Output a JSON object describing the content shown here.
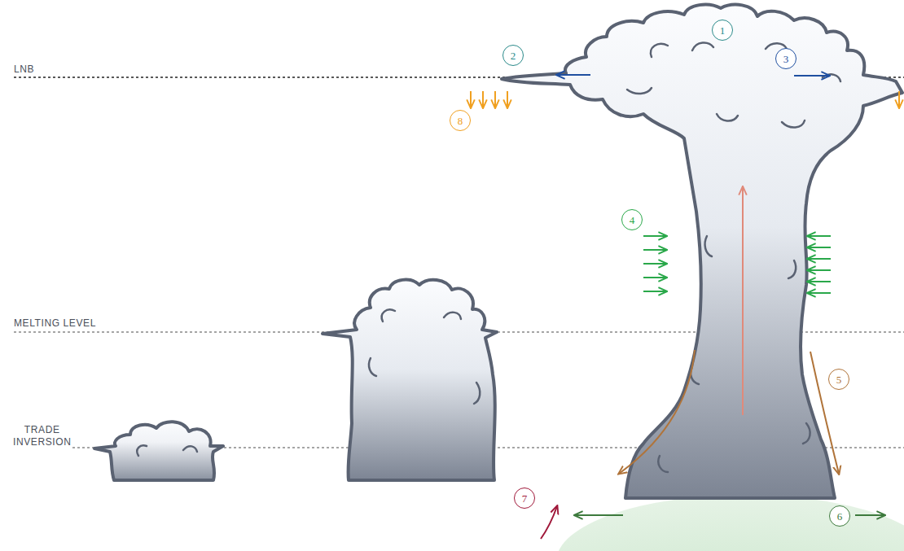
{
  "diagram": {
    "nodes": [
      {
        "text": [
          "1"
        ]
      },
      {
        "text": [
          "2"
        ]
      },
      {
        "text": [
          "3"
        ]
      },
      {
        "text": [
          "4"
        ]
      },
      {
        "text": [
          "5"
        ]
      },
      {
        "text": [
          "6"
        ]
      },
      {
        "text": [
          "7"
        ]
      },
      {
        "text": [
          "8"
        ]
      }
    ],
    "labels": [
      "LNB",
      "MELTING LEVEL",
      "TRADE INVERSION"
    ]
  }
}
